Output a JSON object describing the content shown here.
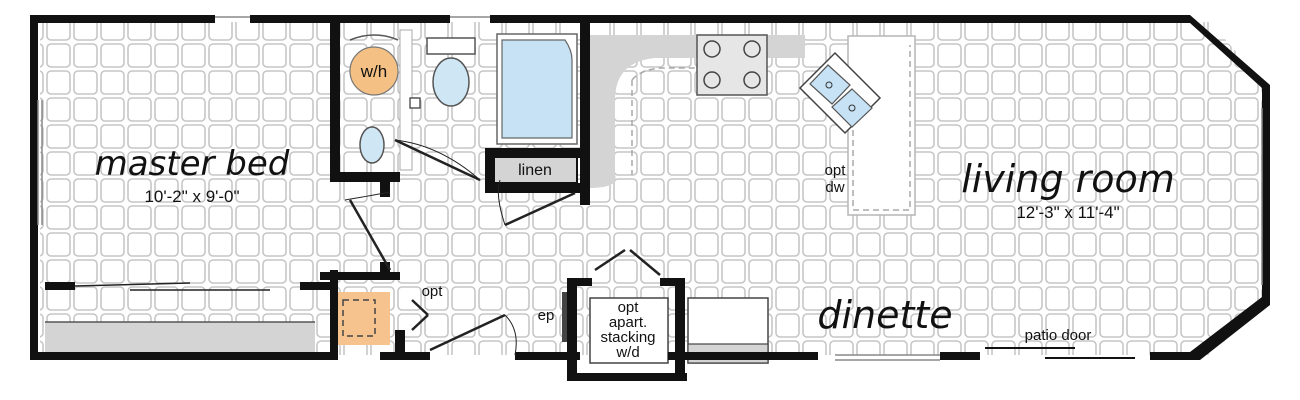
{
  "rooms": {
    "master_bed": {
      "title": "master bed",
      "dims": "10'-2\" x 9'-0\""
    },
    "living_room": {
      "title": "living room",
      "dims": "12'-3\" x 11'-4\""
    },
    "dinette": {
      "title": "dinette"
    }
  },
  "labels": {
    "water_heater": "w/h",
    "linen": "linen",
    "opt_dw_line1": "opt",
    "opt_dw_line2": "dw",
    "opt_closet": "opt",
    "ep": "ep",
    "stack_line1": "opt",
    "stack_line2": "apart.",
    "stack_line3": "stacking",
    "stack_line4": "w/d",
    "patio_door": "patio door"
  },
  "colors": {
    "wall": "#111111",
    "tile_line": "#c8c8c8",
    "counter_gray": "#d4d4d4",
    "tub_blue": "#c6e2f4",
    "fixture_blue": "#cfe6f5",
    "water_heater_orange": "#f5c083",
    "closet_orange": "#f6c38f"
  }
}
